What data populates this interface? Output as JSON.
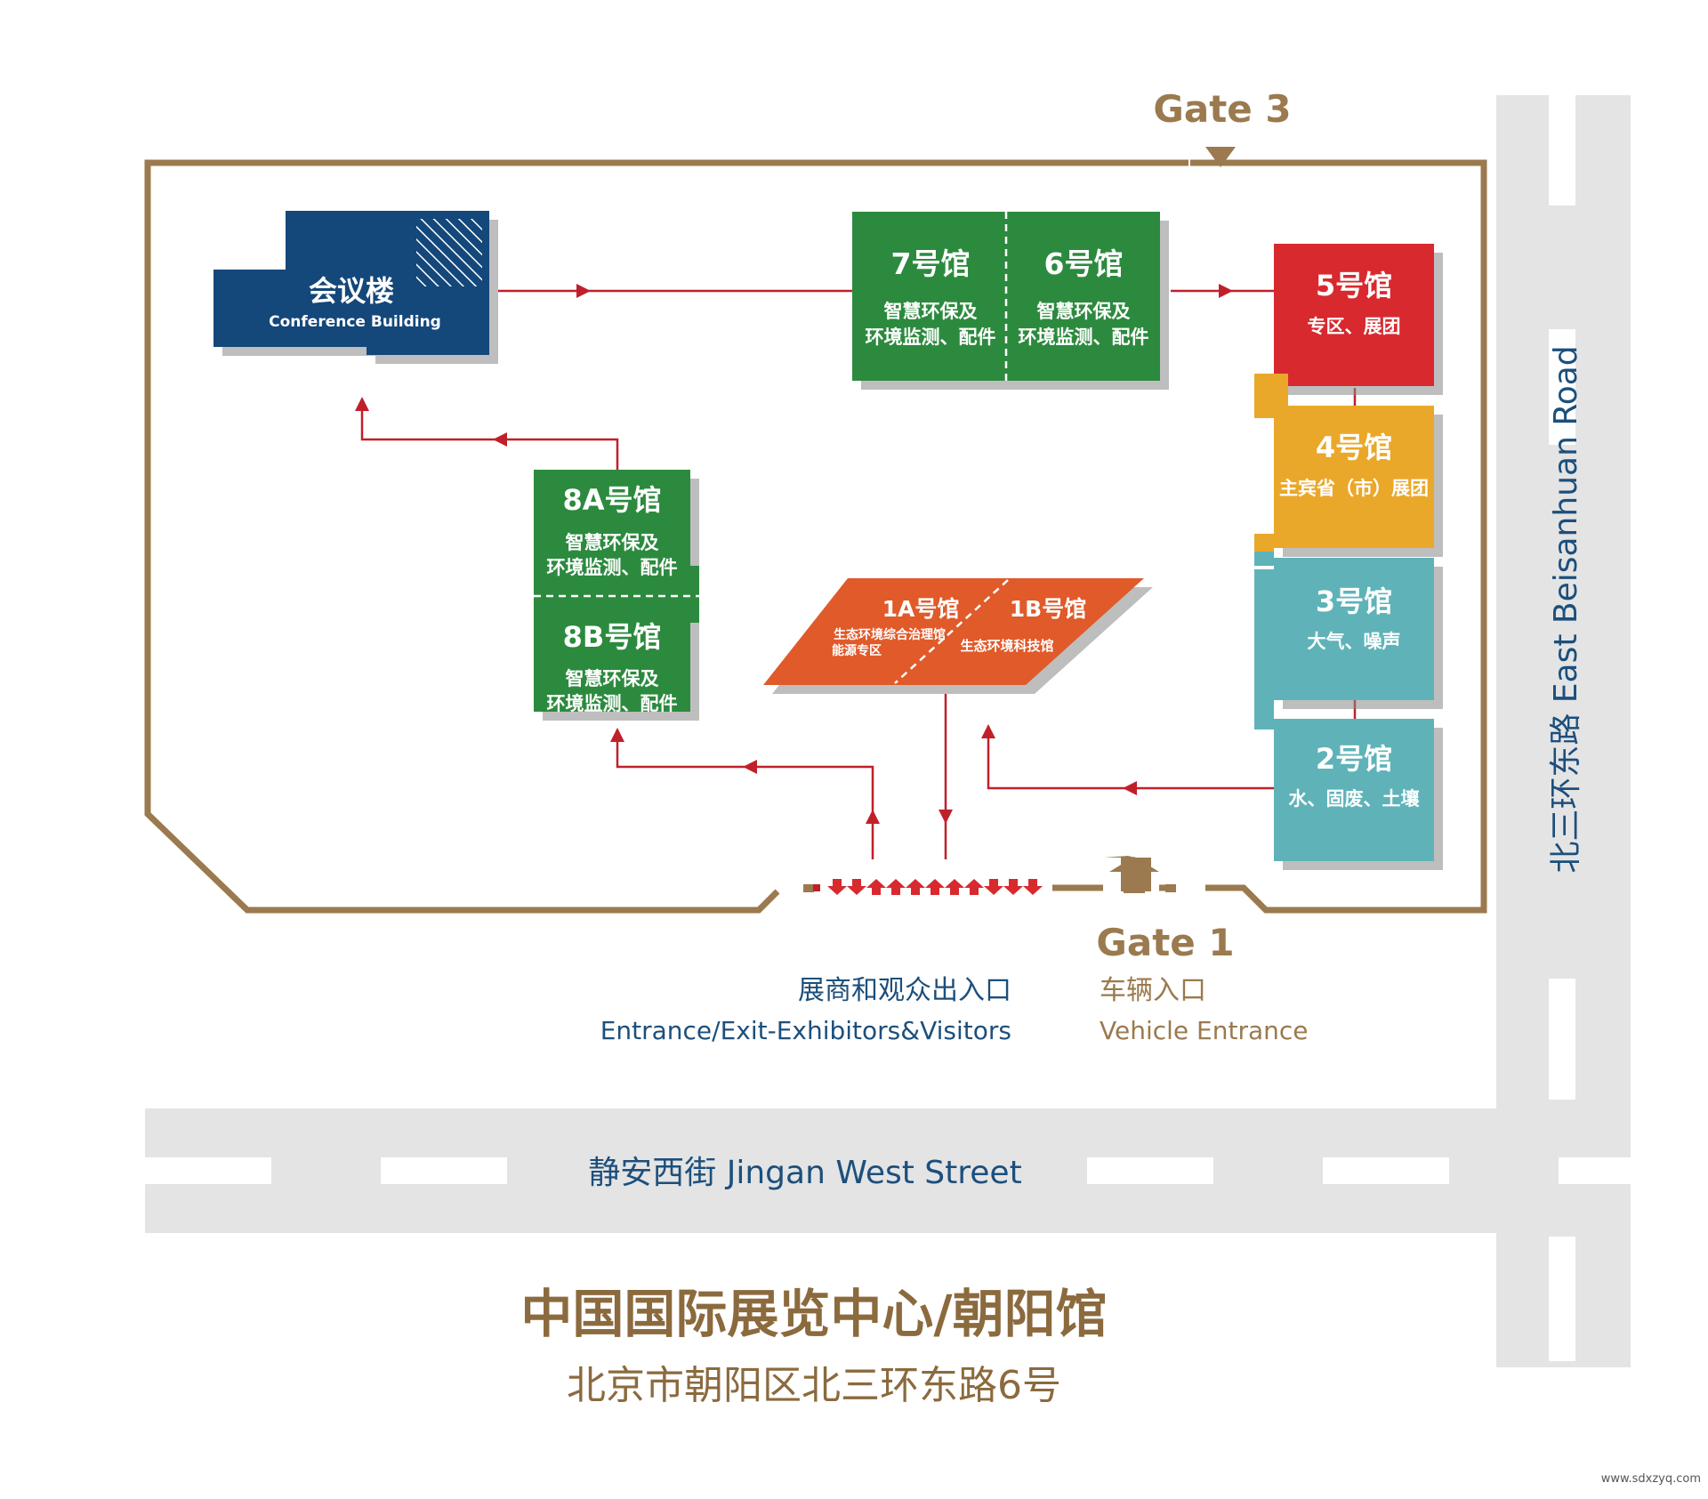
{
  "gates": {
    "gate3": "Gate 3",
    "gate1": "Gate 1"
  },
  "entrances": {
    "visitor_cn": "展商和观众出入口",
    "visitor_en": "Entrance/Exit-Exhibitors&Visitors",
    "vehicle_cn": "车辆入口",
    "vehicle_en": "Vehicle Entrance"
  },
  "roads": {
    "south": "静安西街 Jingan West Street",
    "east": "北三环东路 East Beisanhuan Road"
  },
  "buildings": {
    "conference": {
      "name": "会议楼",
      "en": "Conference Building"
    },
    "h7": {
      "name": "7号馆",
      "sub1": "智慧环保及",
      "sub2": "环境监测、配件"
    },
    "h6": {
      "name": "6号馆",
      "sub1": "智慧环保及",
      "sub2": "环境监测、配件"
    },
    "h5": {
      "name": "5号馆",
      "sub": "专区、展团"
    },
    "h4": {
      "name": "4号馆",
      "sub": "主宾省（市）展团"
    },
    "h3": {
      "name": "3号馆",
      "sub": "大气、噪声"
    },
    "h2": {
      "name": "2号馆",
      "sub": "水、固废、土壤"
    },
    "h8a": {
      "name": "8A号馆",
      "sub1": "智慧环保及",
      "sub2": "环境监测、配件"
    },
    "h8b": {
      "name": "8B号馆",
      "sub1": "智慧环保及",
      "sub2": "环境监测、配件"
    },
    "h1a": {
      "name": "1A号馆",
      "sub1": "生态环境综合治理馆",
      "sub2": "能源专区"
    },
    "h1b": {
      "name": "1B号馆",
      "sub": "生态环境科技馆"
    }
  },
  "footer": {
    "title": "中国国际展览中心/朝阳馆",
    "address": "北京市朝阳区北三环东路6号"
  },
  "watermark": "www.sdxzyq.com",
  "colors": {
    "frame": "#9a7a4e",
    "blue": "#14477a",
    "green": "#2c8a3e",
    "red": "#d8292f",
    "yellow": "#eaa82a",
    "teal": "#5fb3b8",
    "orange": "#e05a2a",
    "route": "#c0202a",
    "road": "#e4e4e4"
  }
}
